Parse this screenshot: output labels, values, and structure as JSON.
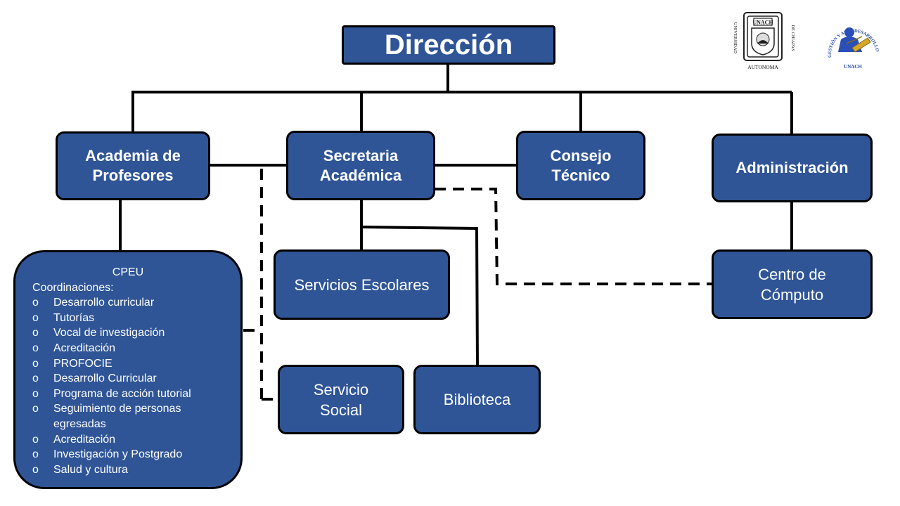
{
  "colors": {
    "box_fill": "#2F5597",
    "box_border": "#000000",
    "text": "#FFFFFF",
    "line": "#000000"
  },
  "nodes": {
    "direccion": "Dirección",
    "academia": "Academia de\nProfesores",
    "secretaria": "Secretaria\nAcadémica",
    "consejo": "Consejo\nTécnico",
    "administracion": "Administración",
    "servicios_escolares": "Servicios Escolares",
    "centro_computo": "Centro de\nCómputo",
    "servicio_social": "Servicio\nSocial",
    "biblioteca": "Biblioteca"
  },
  "cpeu": {
    "title": "CPEU",
    "subtitle": "Coordinaciones:",
    "bullet": "o",
    "items": [
      "Desarrollo curricular",
      "Tutorías",
      "Vocal de investigación",
      "Acreditación",
      "PROFOCIE",
      "Desarrollo Curricular",
      "Programa de acción tutorial",
      "Seguimiento de personas egresadas",
      "Acreditación",
      "Investigación y Postgrado",
      "Salud y cultura"
    ]
  },
  "logos": {
    "unach": {
      "top_arc": "UNIVERSIDAD",
      "right_arc": "DE CHIAPAS",
      "bottom": "AUTONOMA",
      "shield": "UNACH"
    },
    "gestion": {
      "arc_text": "GESTIÓN Y AUTODESARROLLO INDÍGENA",
      "bottom": "UNACH"
    }
  }
}
